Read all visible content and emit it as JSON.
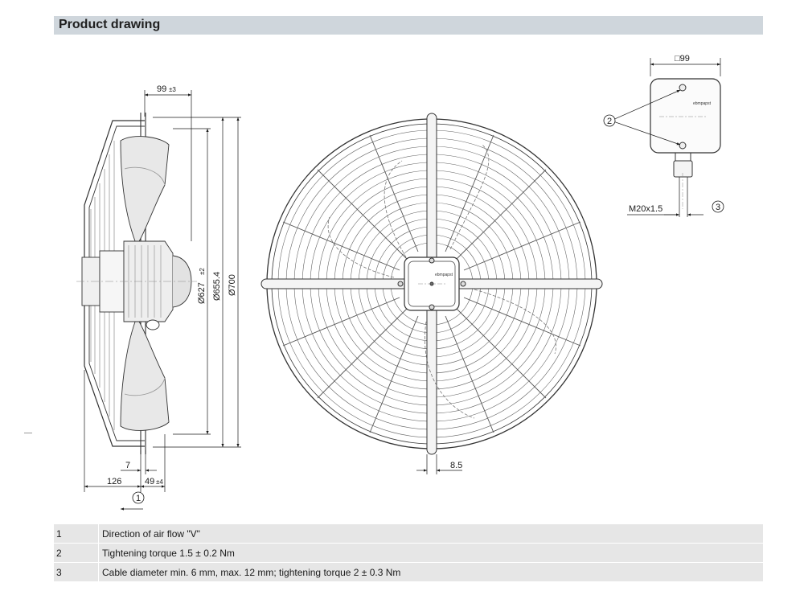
{
  "header": {
    "title": "Product drawing"
  },
  "dimensions": {
    "side_top": "99",
    "side_top_tol": "±3",
    "d627": "Ø627",
    "d627_tol": "±2",
    "d655": "Ø655.4",
    "d700": "Ø700",
    "bottom_7": "7",
    "bottom_126": "126",
    "bottom_49": "49",
    "bottom_49_tol": "±4",
    "front_85": "8.5",
    "box_99": "□99",
    "thread": "M20x1.5",
    "brand": "ebmpapst"
  },
  "callouts": {
    "c1": "1",
    "c2": "2",
    "c3": "3"
  },
  "legend": [
    {
      "num": "1",
      "text": "Direction of air flow \"V\""
    },
    {
      "num": "2",
      "text": "Tightening torque 1.5 ± 0.2 Nm"
    },
    {
      "num": "3",
      "text": "Cable diameter min. 6 mm, max. 12 mm; tightening torque 2 ± 0.3 Nm"
    }
  ]
}
